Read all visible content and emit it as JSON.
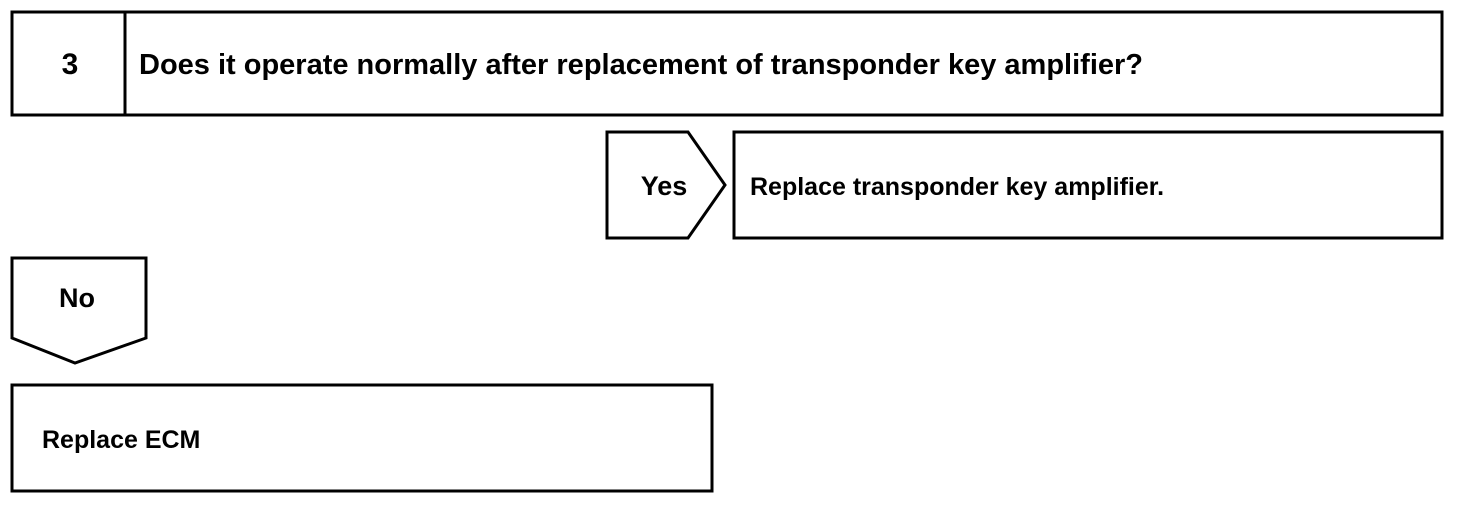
{
  "step": {
    "number": "3",
    "question": "Does it operate normally after replacement of transponder key amplifier?"
  },
  "yes_branch": {
    "label": "Yes",
    "action": "Replace transponder key amplifier."
  },
  "no_branch": {
    "label": "No",
    "action": "Replace ECM"
  }
}
